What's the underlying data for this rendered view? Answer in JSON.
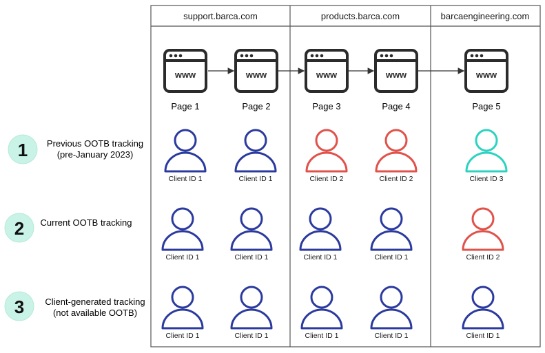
{
  "columns": [
    {
      "domain": "support.barca.com"
    },
    {
      "domain": "products.barca.com"
    },
    {
      "domain": "barcaengineering.com"
    }
  ],
  "pages": [
    {
      "label": "Page 1",
      "icon_text": "www"
    },
    {
      "label": "Page 2",
      "icon_text": "www"
    },
    {
      "label": "Page 3",
      "icon_text": "www"
    },
    {
      "label": "Page 4",
      "icon_text": "www"
    },
    {
      "label": "Page 5",
      "icon_text": "www"
    }
  ],
  "rows": [
    {
      "number": "1",
      "label_lines": [
        "Previous OOTB tracking",
        "(pre-January 2023)"
      ],
      "clients": [
        {
          "label": "Client ID 1",
          "color": "#2b3a9e"
        },
        {
          "label": "Client ID 1",
          "color": "#2b3a9e"
        },
        {
          "label": "Client ID 2",
          "color": "#e0524a"
        },
        {
          "label": "Client ID 2",
          "color": "#e0524a"
        },
        {
          "label": "Client ID 3",
          "color": "#2ed3c0"
        }
      ]
    },
    {
      "number": "2",
      "label_lines": [
        "Current OOTB tracking"
      ],
      "clients": [
        {
          "label": "Client ID 1",
          "color": "#2b3a9e"
        },
        {
          "label": "Client ID 1",
          "color": "#2b3a9e"
        },
        {
          "label": "Client ID 1",
          "color": "#2b3a9e"
        },
        {
          "label": "Client ID 1",
          "color": "#2b3a9e"
        },
        {
          "label": "Client ID 2",
          "color": "#e0524a"
        }
      ]
    },
    {
      "number": "3",
      "label_lines": [
        "Client-generated tracking",
        "(not available OOTB)"
      ],
      "clients": [
        {
          "label": "Client ID 1",
          "color": "#2b3a9e"
        },
        {
          "label": "Client ID 1",
          "color": "#2b3a9e"
        },
        {
          "label": "Client ID 1",
          "color": "#2b3a9e"
        },
        {
          "label": "Client ID 1",
          "color": "#2b3a9e"
        },
        {
          "label": "Client ID 1",
          "color": "#2b3a9e"
        }
      ]
    }
  ],
  "colors": {
    "badge_fill": "#c9f3e6",
    "badge_stroke": "#b5ead8",
    "icon_dark": "#2b2b2b",
    "grid_line": "#555555"
  }
}
